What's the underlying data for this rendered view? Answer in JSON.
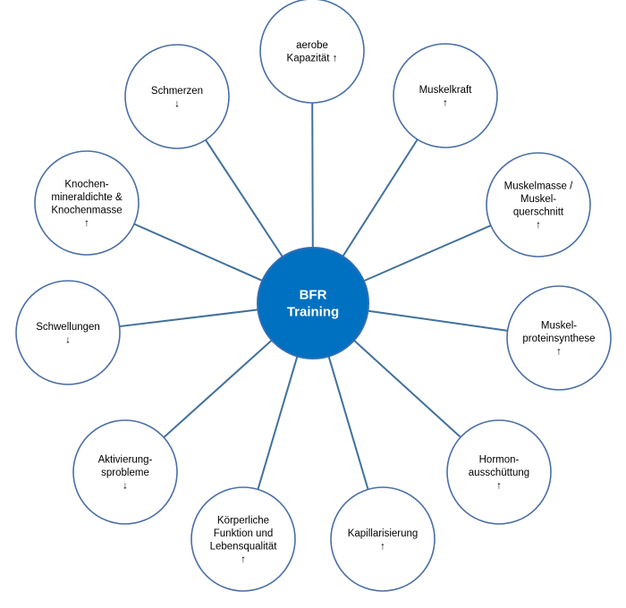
{
  "center": {
    "lines": [
      "BFR",
      "Training"
    ],
    "fill": "#0070C0",
    "stroke": "#2E6EB5"
  },
  "colors": {
    "node_stroke": "#4A6FA5",
    "connector": "#41719C"
  },
  "nodes": [
    {
      "id": "aerobe-kapazitaet",
      "lines": [
        "aerobe",
        "Kapazität ↑"
      ]
    },
    {
      "id": "muskelkraft",
      "lines": [
        "Muskelkraft",
        "↑"
      ]
    },
    {
      "id": "muskelmasse",
      "lines": [
        "Muskelmasse /",
        "Muskel-",
        "querschnitt",
        "↑"
      ]
    },
    {
      "id": "muskelproteinsynthese",
      "lines": [
        "Muskel-",
        "proteinsynthese",
        "↑"
      ]
    },
    {
      "id": "hormonausschuettung",
      "lines": [
        "Hormon-",
        "ausschüttung",
        "↑"
      ]
    },
    {
      "id": "kapillarisierung",
      "lines": [
        "Kapillarisierung",
        "↑"
      ]
    },
    {
      "id": "koerperliche-funktion",
      "lines": [
        "Körperliche",
        "Funktion und",
        "Lebensqualität",
        "↑"
      ]
    },
    {
      "id": "aktivierungsprobleme",
      "lines": [
        "Aktivierung-",
        "sprobleme",
        "↓"
      ]
    },
    {
      "id": "schwellungen",
      "lines": [
        "Schwellungen",
        "↓"
      ]
    },
    {
      "id": "knochenmineraldichte",
      "lines": [
        "Knochen-",
        "mineraldichte &",
        "Knochenmasse",
        "↑"
      ]
    },
    {
      "id": "schmerzen",
      "lines": [
        "Schmerzen",
        "↓"
      ]
    }
  ]
}
